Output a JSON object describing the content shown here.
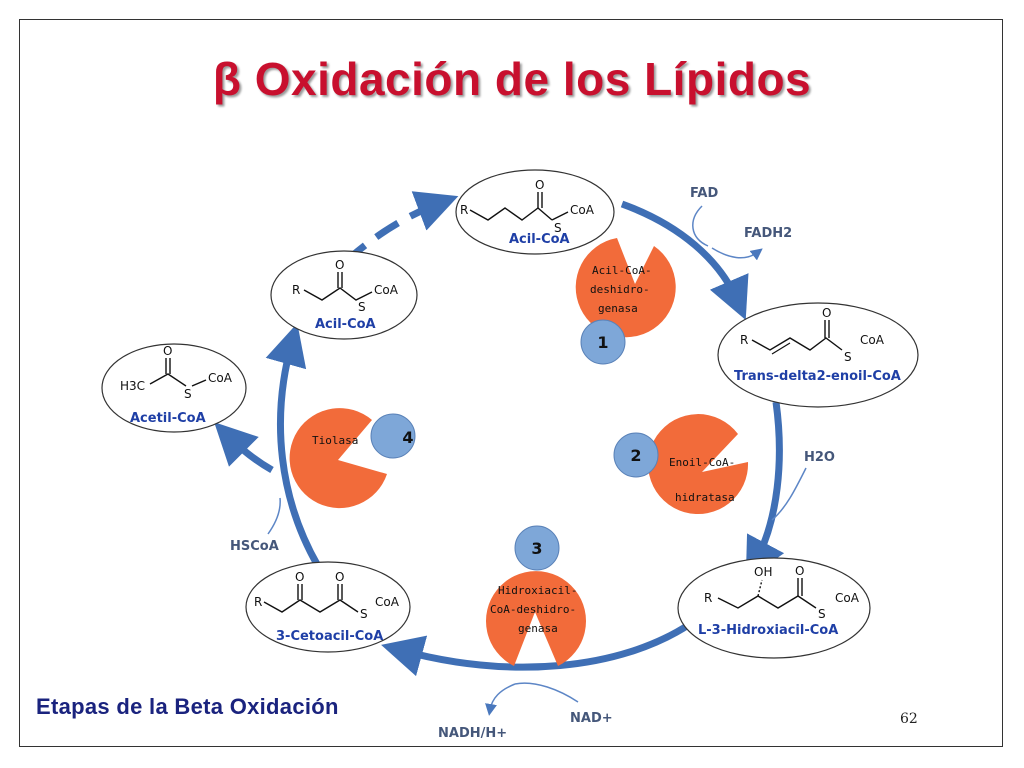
{
  "title": "β Oxidación de los Lípidos",
  "subtitle": "Etapas de la Beta Oxidación",
  "page_number": "62",
  "compounds": {
    "acil_coa_top": "Acil-CoA",
    "acil_coa_left": "Acil-CoA",
    "acetil_coa": "Acetil-CoA",
    "trans_enoil": "Trans-delta2-enoil-CoA",
    "hidroxiacil": "L-3-Hidroxiacil-CoA",
    "cetoacil": "3-Cetoacil-CoA"
  },
  "structure_text": {
    "r": "R",
    "o": "O",
    "s": "S",
    "coa": "CoA",
    "oh": "OH",
    "h3c": "H3C"
  },
  "enzymes": [
    {
      "number": "1",
      "lines": [
        "Acil-CoA-",
        "deshidro-",
        "genasa"
      ]
    },
    {
      "number": "2",
      "lines": [
        "Enoil-CoA-",
        "hidratasa"
      ]
    },
    {
      "number": "3",
      "lines": [
        "Hidroxiacil-",
        "CoA-deshidro-",
        "genasa"
      ]
    },
    {
      "number": "4",
      "lines": [
        "Tiolasa"
      ]
    }
  ],
  "cofactors": {
    "fad": "FAD",
    "fadh2": "FADH2",
    "h2o": "H2O",
    "nad": "NAD+",
    "nadh": "NADH/H+",
    "hscoa": "HSCoA"
  },
  "colors": {
    "title": "#c8102e",
    "arrow": "#3f6fb5",
    "enzyme": "#f26b3a",
    "badge": "#7ea7d8",
    "label": "#1f3fa6"
  }
}
